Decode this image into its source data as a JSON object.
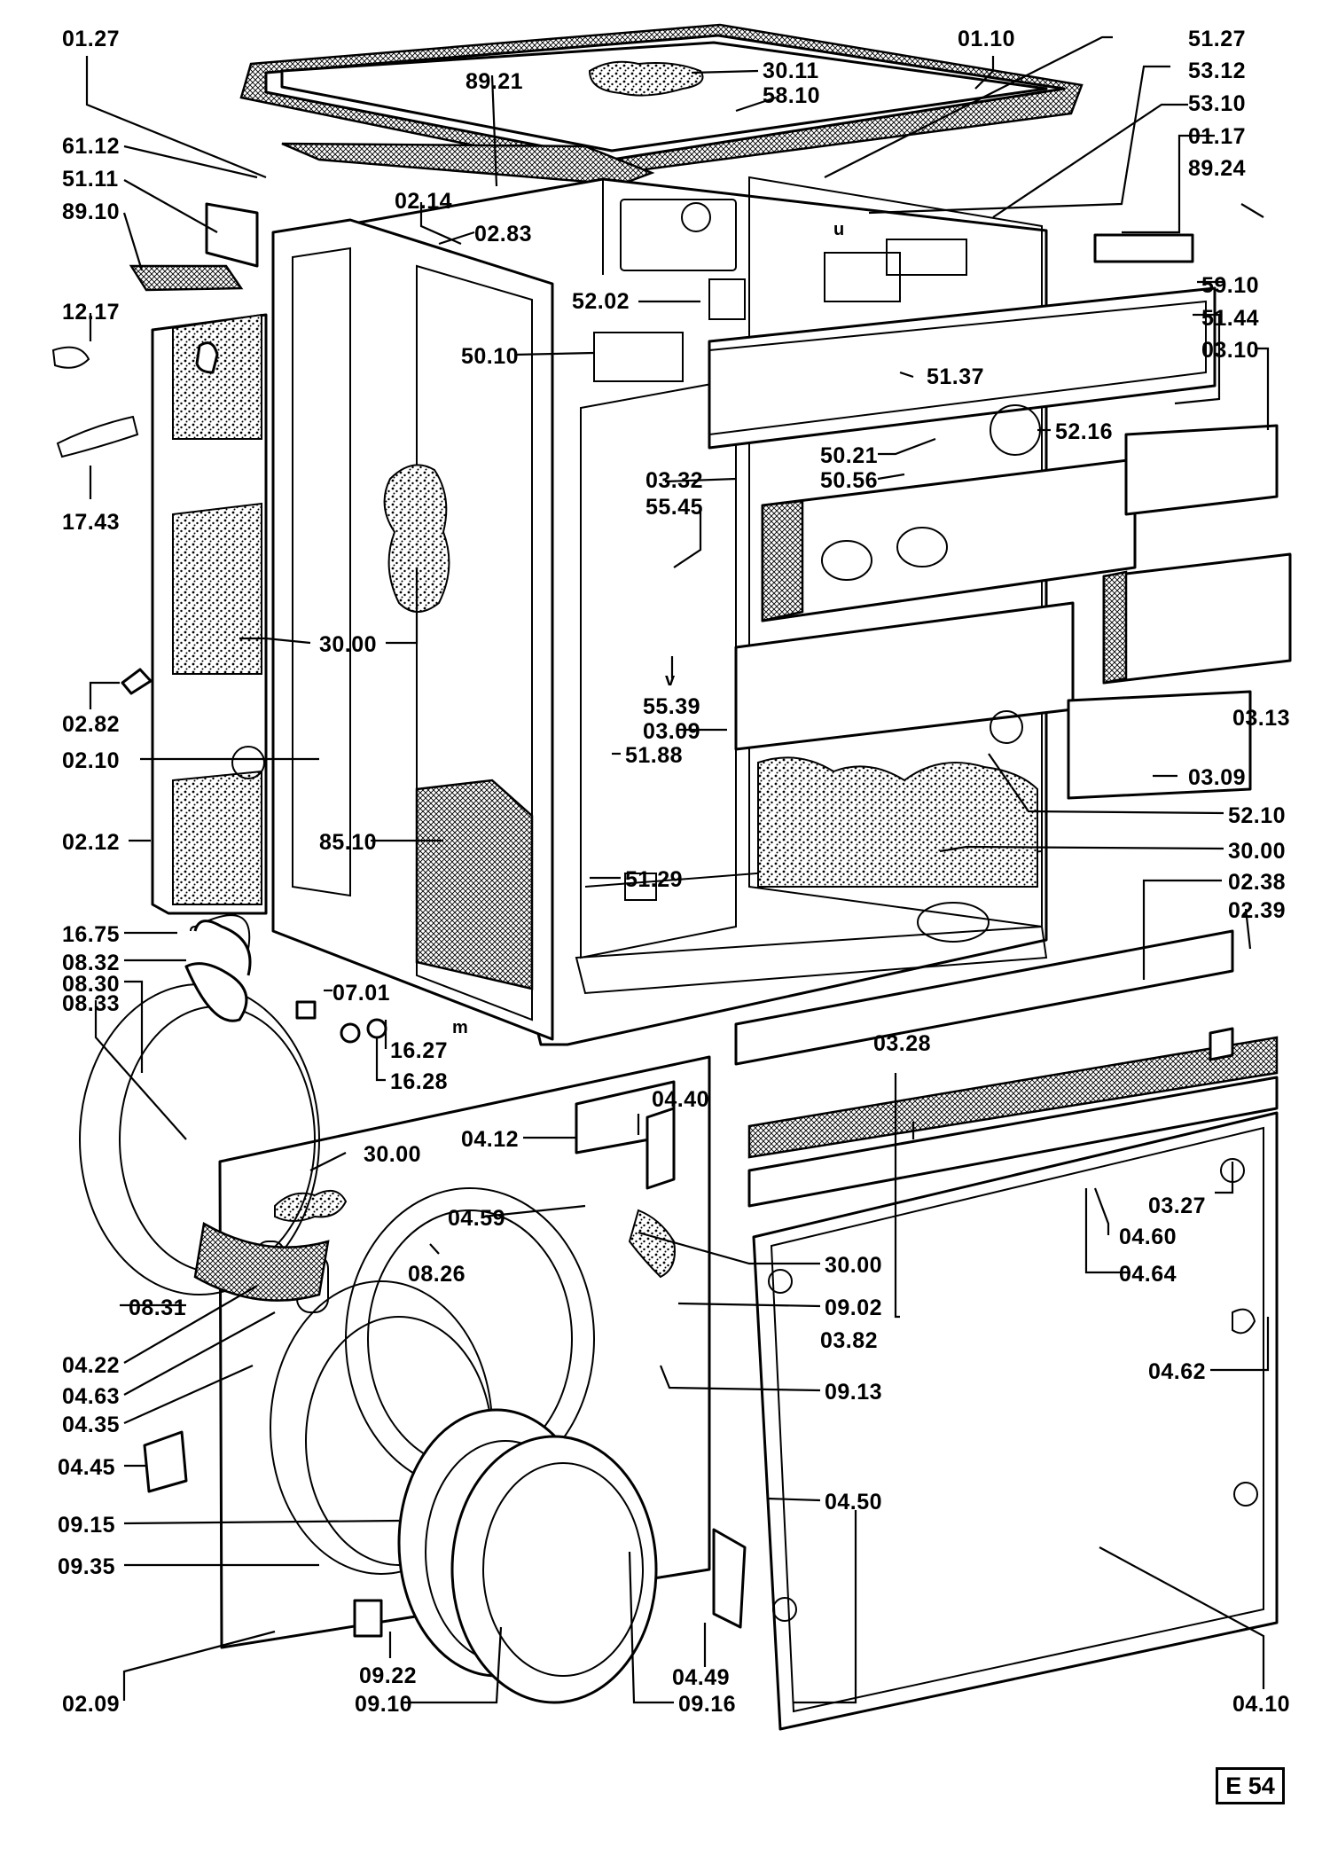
{
  "page_code": "E 54",
  "labels": [
    "01.27",
    "01.10",
    "51.27",
    "53.12",
    "53.10",
    "01.17",
    "89.24",
    "30.11",
    "58.10",
    "89.21",
    "61.12",
    "51.11",
    "89.10",
    "02.14",
    "02.83",
    "52.02",
    "59.10",
    "51.44",
    "03.10",
    "12.17",
    "50.10",
    "51.37",
    "52.16",
    "50.21",
    "50.56",
    "03.32",
    "55.45",
    "17.43",
    "30.00",
    "02.82",
    "55.39",
    "03.09",
    "03.13",
    "02.10",
    "51.88",
    "03.09",
    "52.10",
    "02.12",
    "85.10",
    "30.00",
    "51.29",
    "02.38",
    "02.39",
    "16.75",
    "08.32",
    "07.01",
    "08.30",
    "08.33",
    "16.27",
    "16.28",
    "03.28",
    "04.12",
    "04.40",
    "30.00",
    "03.27",
    "04.59",
    "04.60",
    "08.26",
    "30.00",
    "04.64",
    "08.31",
    "09.02",
    "03.82",
    "04.22",
    "09.13",
    "04.62",
    "04.63",
    "04.35",
    "04.45",
    "04.50",
    "09.15",
    "09.35",
    "09.22",
    "04.49",
    "02.09",
    "09.10",
    "09.16",
    "04.10"
  ],
  "letters": {
    "u": "u",
    "v": "v",
    "m": "m"
  }
}
